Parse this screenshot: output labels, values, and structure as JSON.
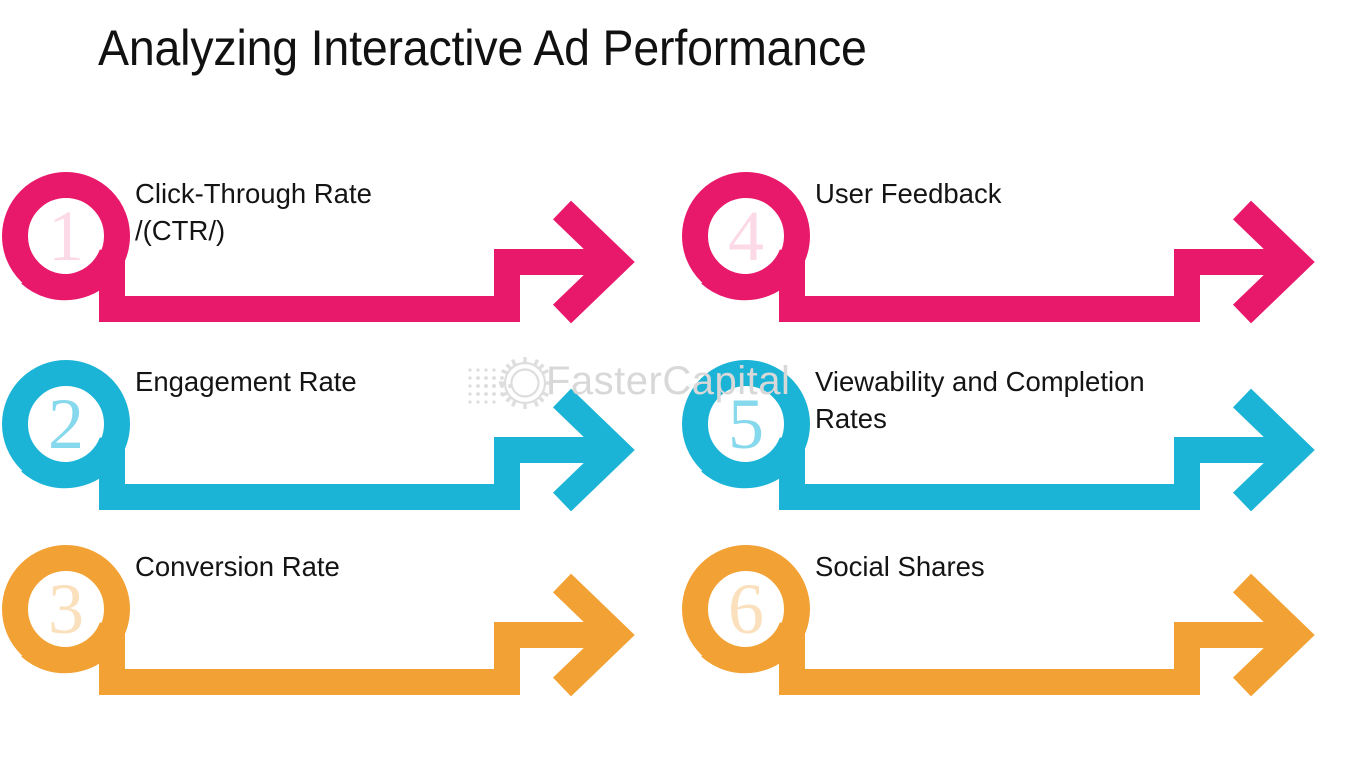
{
  "page": {
    "title": "Analyzing Interactive Ad Performance",
    "background": "#ffffff"
  },
  "colors": {
    "pink": "#E8186A",
    "cyan": "#1BB4D6",
    "orange": "#F2A134",
    "pink_numeral": "#FBD9E6",
    "cyan_numeral": "#86D8EC",
    "orange_numeral": "#FAE0BC",
    "title_text": "#111111",
    "label_text": "#141414",
    "watermark": "#d8d8d8"
  },
  "steps": [
    {
      "number": "1",
      "label": "Click-Through Rate /(CTR/)",
      "color_key": "pink",
      "numeral_color_key": "pink_numeral",
      "column": "left",
      "row": 1
    },
    {
      "number": "2",
      "label": "Engagement Rate",
      "color_key": "cyan",
      "numeral_color_key": "cyan_numeral",
      "column": "left",
      "row": 2
    },
    {
      "number": "3",
      "label": "Conversion Rate",
      "color_key": "orange",
      "numeral_color_key": "orange_numeral",
      "column": "left",
      "row": 3
    },
    {
      "number": "4",
      "label": "User Feedback",
      "color_key": "pink",
      "numeral_color_key": "pink_numeral",
      "column": "right",
      "row": 1
    },
    {
      "number": "5",
      "label": "Viewability and Completion Rates",
      "color_key": "cyan",
      "numeral_color_key": "cyan_numeral",
      "column": "right",
      "row": 2
    },
    {
      "number": "6",
      "label": "Social Shares",
      "color_key": "orange",
      "numeral_color_key": "orange_numeral",
      "column": "right",
      "row": 3
    }
  ],
  "watermark": {
    "text": "FasterCapital",
    "logo": "gear-icon"
  }
}
